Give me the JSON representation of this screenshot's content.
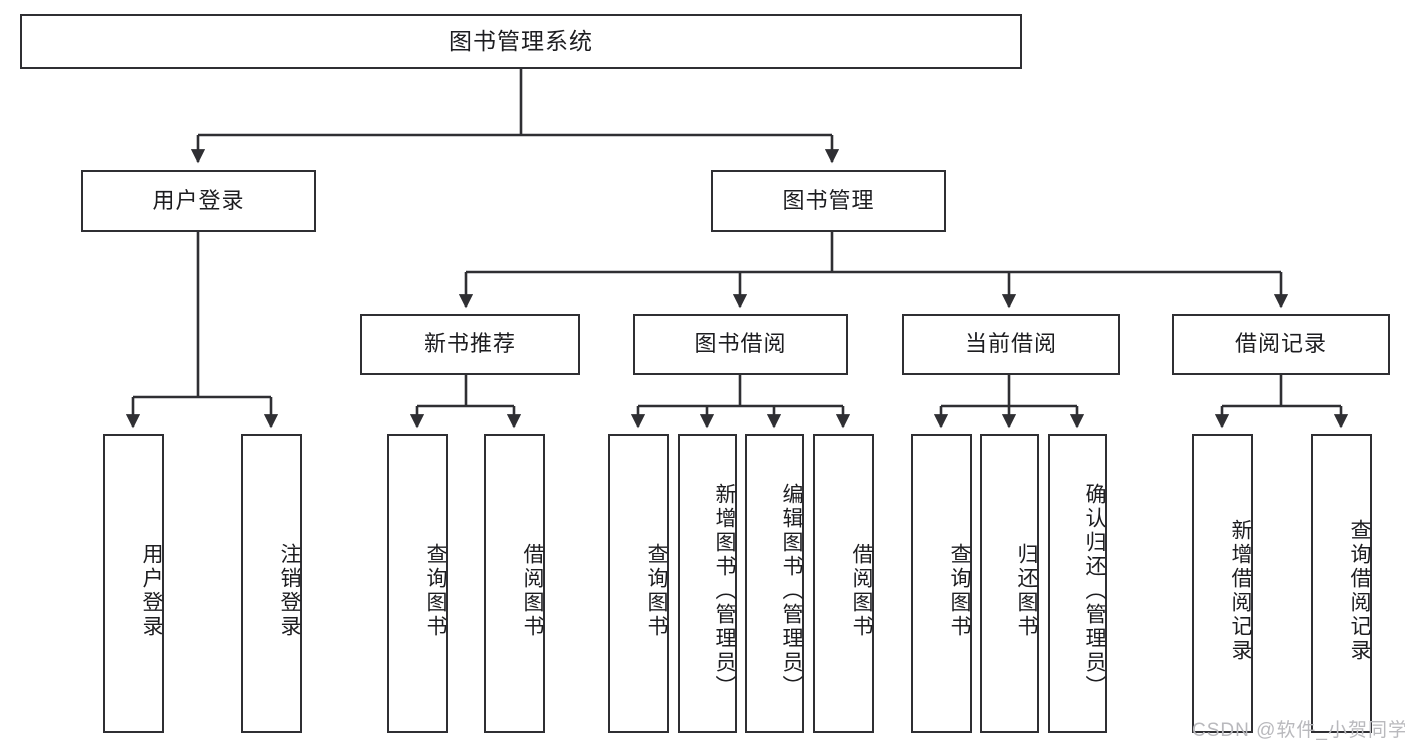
{
  "diagram": {
    "title": "图书管理系统",
    "type": "tree-hierarchy-diagram",
    "root": {
      "label": "图书管理系统"
    },
    "level2": [
      {
        "label": "用户登录"
      },
      {
        "label": "图书管理"
      }
    ],
    "level3": [
      {
        "label": "新书推荐"
      },
      {
        "label": "图书借阅"
      },
      {
        "label": "当前借阅"
      },
      {
        "label": "借阅记录"
      }
    ],
    "leaves": {
      "user_login": [
        {
          "label": "用户登录"
        },
        {
          "label": "注销登录"
        }
      ],
      "new_book_recommend": [
        {
          "label": "查询图书"
        },
        {
          "label": "借阅图书"
        }
      ],
      "book_borrow": [
        {
          "label": "查询图书"
        },
        {
          "label": "新增图书（管理员）"
        },
        {
          "label": "编辑图书（管理员）"
        },
        {
          "label": "借阅图书"
        }
      ],
      "current_borrow": [
        {
          "label": "查询图书"
        },
        {
          "label": "归还图书"
        },
        {
          "label": "确认归还（管理员）"
        }
      ],
      "borrow_record": [
        {
          "label": "新增借阅记录"
        },
        {
          "label": "查询借阅记录"
        }
      ]
    }
  },
  "watermark": {
    "text": "CSDN @软件_小贺同学"
  },
  "colors": {
    "border": "#2f2f33",
    "text": "#1d1d20",
    "background": "#ffffff",
    "watermark": "#b9b9bd"
  }
}
